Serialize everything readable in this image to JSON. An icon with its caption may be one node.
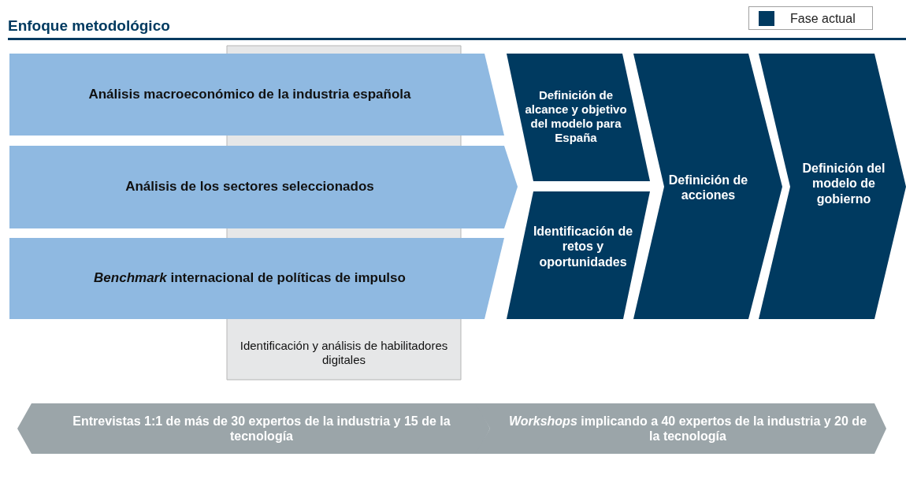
{
  "diagram": {
    "title": "Enfoque metodológico",
    "nodes": [
      {
        "text": [
          "Identificación y análisis de habilitadores digitales"
        ]
      },
      {
        "text": [
          "Análisis macroeconómico de la industria española"
        ]
      },
      {
        "text": [
          "Análisis de los sectores seleccionados"
        ]
      },
      {
        "text": [
          "*Benchmark* internacional de políticas de impulso"
        ]
      },
      {
        "text": [
          "Definición de alcance y objetivo del modelo para España"
        ]
      },
      {
        "text": [
          "Identificación de retos y oportunidades"
        ]
      },
      {
        "text": [
          "Definición de acciones"
        ]
      },
      {
        "text": [
          "Definición del modelo de gobierno"
        ]
      },
      {
        "text": [
          "Entrevistas 1:1 de más de 30 expertos de la industria y 15 de la tecnología"
        ]
      },
      {
        "text": [
          "*Workshops* implicando a 40 expertos de la industria y 20 de la tecnología"
        ]
      }
    ],
    "edges": [],
    "legend": [
      {
        "text": "Fase actual",
        "color": "#003a60"
      }
    ]
  }
}
